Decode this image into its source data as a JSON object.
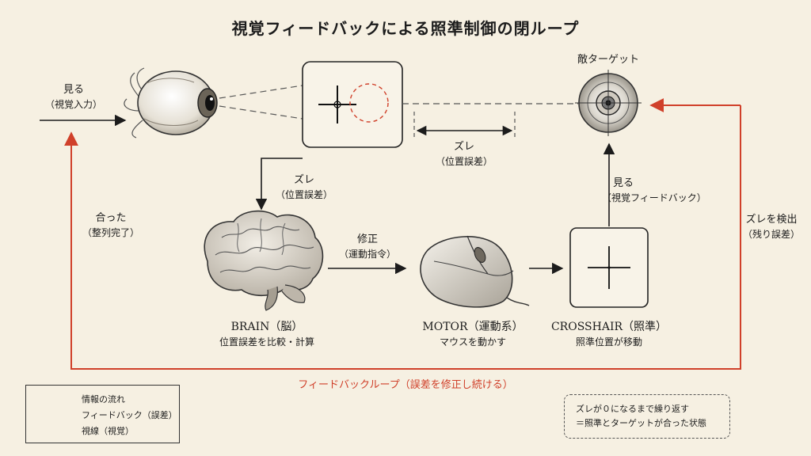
{
  "title": "視覚フィードバックによる照準制御の閉ループ",
  "labels": {
    "see_input": {
      "main": "見る",
      "sub": "（視覚入力）"
    },
    "enemy_target": "敵ターゲット",
    "offset_view": {
      "main": "ズレ",
      "sub": "（位置誤差）"
    },
    "offset_down": {
      "main": "ズレ",
      "sub": "（位置誤差）"
    },
    "see_feedback": {
      "main": "見る",
      "sub": "（視覚フィードバック）"
    },
    "detect": {
      "main": "ズレを検出",
      "sub": "（残り誤差）"
    },
    "aligned": {
      "main": "合った",
      "sub": "（整列完了）"
    },
    "correct": {
      "main": "修正",
      "sub": "（運動指令）"
    },
    "brain": {
      "main": "BRAIN（脳）",
      "sub": "位置誤差を比較・計算"
    },
    "motor": {
      "main": "MOTOR（運動系）",
      "sub": "マウスを動かす"
    },
    "crosshair": {
      "main": "CROSSHAIR（照準）",
      "sub": "照準位置が移動"
    },
    "loop": "フィードバックループ（誤差を修正し続ける）"
  },
  "legend": [
    {
      "text": "情報の流れ"
    },
    {
      "text": "フィードバック（誤差）"
    },
    {
      "text": "視線（視覚）"
    }
  ],
  "note": {
    "line1": "ズレが０になるまで繰り返す",
    "line2": "＝照準とターゲットが合った状態"
  },
  "colors": {
    "ink": "#1c1c1c",
    "feedback_red": "#d0402a",
    "background": "#f6f0e2"
  }
}
